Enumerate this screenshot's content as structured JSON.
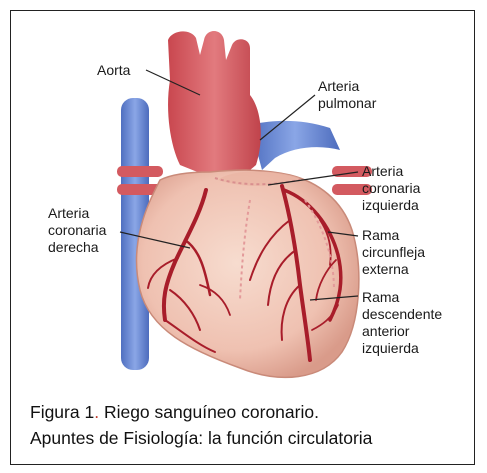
{
  "labels": {
    "aorta": "Aorta",
    "arteria_pulmonar": [
      "Arteria",
      "pulmonar"
    ],
    "arteria_coronaria_izquierda": [
      "Arteria",
      "coronaria",
      "izquierda"
    ],
    "arteria_coronaria_derecha": [
      "Arteria",
      "coronaria",
      "derecha"
    ],
    "rama_circunfleja": [
      "Rama",
      "circunfleja",
      "externa"
    ],
    "rama_descendente": [
      "Rama",
      "descendente",
      "anterior",
      "izquierda"
    ]
  },
  "caption": {
    "figure_label": "Figura 1",
    "figure_dot": ".",
    "title": " Riego sanguíneo coronario.",
    "source": "Apuntes de Fisiología: la función circulatoria"
  },
  "colors": {
    "aorta": "#d8636a",
    "vein_blue": "#6f8fd6",
    "heart_body": "#f0c7b9",
    "coronary": "#a81d2a",
    "caption_accent": "#c0392b"
  }
}
